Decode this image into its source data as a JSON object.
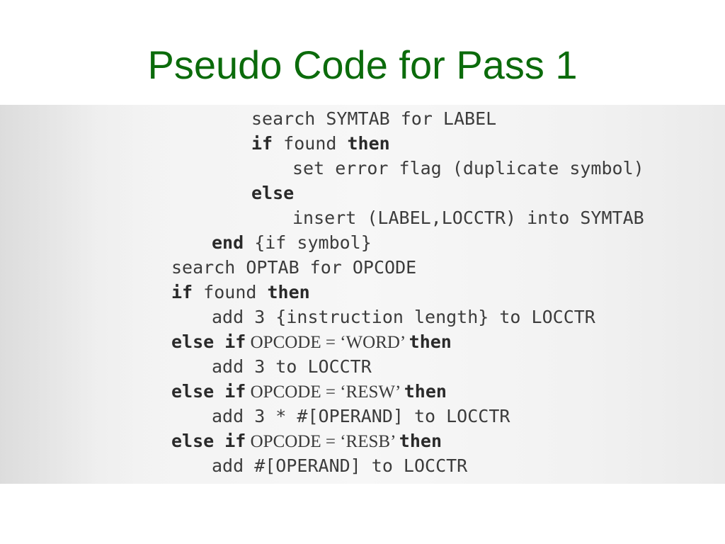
{
  "title": "Pseudo Code for Pass 1",
  "lines": [
    {
      "kw1": "",
      "t1": "search SYMTAB for LABEL",
      "kw2": "",
      "t2": ""
    },
    {
      "kw1": "if",
      "t1": " found ",
      "kw2": "then",
      "t2": ""
    },
    {
      "kw1": "",
      "t1": "set error flag (duplicate symbol)",
      "kw2": "",
      "t2": ""
    },
    {
      "kw1": "else",
      "t1": "",
      "kw2": "",
      "t2": ""
    },
    {
      "kw1": "",
      "t1": "insert (LABEL,LOCCTR) into SYMTAB",
      "kw2": "",
      "t2": ""
    },
    {
      "kw1": "end",
      "t1": " {if symbol}",
      "kw2": "",
      "t2": ""
    },
    {
      "kw1": "",
      "t1": "search OPTAB for OPCODE",
      "kw2": "",
      "t2": ""
    },
    {
      "kw1": "if",
      "t1": " found ",
      "kw2": "then",
      "t2": ""
    },
    {
      "kw1": "",
      "t1": "add 3 {instruction length} to LOCCTR",
      "kw2": "",
      "t2": ""
    },
    {
      "kw1": "else if",
      "t1": " OPCODE = ‘WORD’ ",
      "kw2": "then",
      "t2": ""
    },
    {
      "kw1": "",
      "t1": "add 3 to LOCCTR",
      "kw2": "",
      "t2": ""
    },
    {
      "kw1": "else if",
      "t1": " OPCODE = ‘RESW’ ",
      "kw2": "then",
      "t2": ""
    },
    {
      "kw1": "",
      "t1": "add 3 * #[OPERAND] to LOCCTR",
      "kw2": "",
      "t2": ""
    },
    {
      "kw1": "else if",
      "t1": " OPCODE = ‘RESB’ ",
      "kw2": "then",
      "t2": ""
    },
    {
      "kw1": "",
      "t1": "add #[OPERAND] to LOCCTR",
      "kw2": "",
      "t2": ""
    }
  ]
}
